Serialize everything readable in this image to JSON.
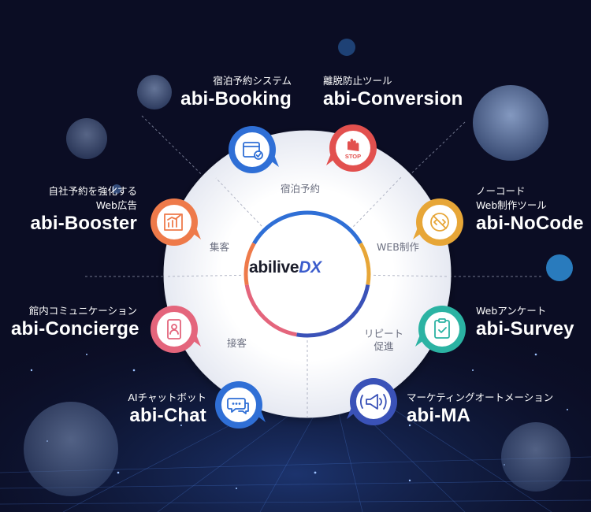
{
  "logo": {
    "main": "abilive",
    "accent": "DX"
  },
  "segments": {
    "booking": "宿泊予約",
    "marketing": "集客",
    "web": "WEB制作",
    "service": "接客",
    "repeat_line1": "リピート",
    "repeat_line2": "促進"
  },
  "products": {
    "booking": {
      "desc": "宿泊予約システム",
      "name": "abi-Booking",
      "icon": "calendar-check-icon",
      "color": "#2f6fd6"
    },
    "conversion": {
      "desc": "離脱防止ツール",
      "name": "abi-Conversion",
      "icon": "stop-hand-icon",
      "color": "#e2504e"
    },
    "booster": {
      "desc_line1": "自社予約を強化する",
      "desc_line2": "Web広告",
      "name": "abi-Booster",
      "icon": "bar-chart-icon",
      "color": "#ee7a4a"
    },
    "nocode": {
      "desc_line1": "ノーコード",
      "desc_line2": "Web制作ツール",
      "name": "abi-NoCode",
      "icon": "no-code-icon",
      "color": "#e7a637"
    },
    "concierge": {
      "desc": "館内コミュニケーション",
      "name": "abi-Concierge",
      "icon": "phone-person-icon",
      "color": "#e4657c"
    },
    "survey": {
      "desc": "Webアンケート",
      "name": "abi-Survey",
      "icon": "clipboard-check-icon",
      "color": "#2bb3a3"
    },
    "chat": {
      "desc": "AIチャットボット",
      "name": "abi-Chat",
      "icon": "chat-bubble-icon",
      "color": "#2f6fd6"
    },
    "ma": {
      "desc": "マーケティングオートメーション",
      "name": "abi-MA",
      "icon": "megaphone-icon",
      "color": "#3a52b8"
    }
  }
}
